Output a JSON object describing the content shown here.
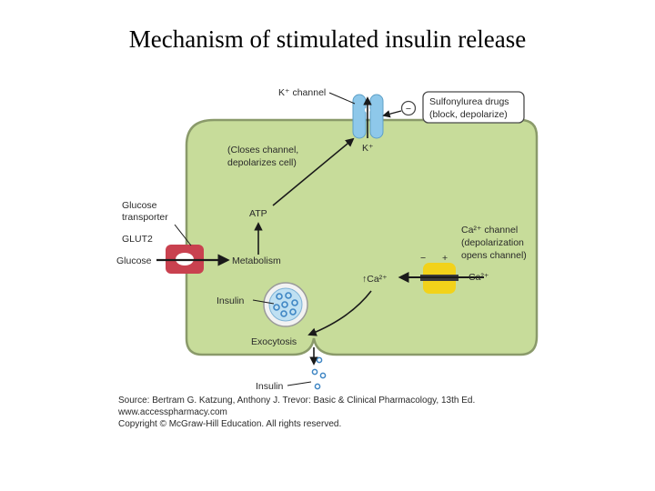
{
  "slide": {
    "title": "Mechanism of stimulated insulin release"
  },
  "colors": {
    "cell_fill": "#c7dc9a",
    "cell_stroke": "#8a9a6a",
    "k_channel": "#8ec8ea",
    "glut2": "#c9414f",
    "ca_channel": "#f2d21a",
    "vesicle": "#bfe0f2",
    "granule": "#3f86c4",
    "drug_box_stroke": "#4a4a4a"
  },
  "labels": {
    "k_channel": "K⁺ channel",
    "k_ion": "K⁺",
    "drug_line1": "Sulfonylurea drugs",
    "drug_line2": "(block, depolarize)",
    "drug_effect": "−",
    "closes_line1": "(Closes channel,",
    "closes_line2": "depolarizes cell)",
    "atp": "ATP",
    "glucose_transporter_line1": "Glucose",
    "glucose_transporter_line2": "transporter",
    "glut2": "GLUT2",
    "glucose": "Glucose",
    "metabolism": "Metabolism",
    "ca_channel_line1": "Ca²⁺ channel",
    "ca_channel_line2": "(depolarization",
    "ca_channel_line3": "opens channel)",
    "minus": "−",
    "plus": "+",
    "ca_outside": "Ca²⁺",
    "ca_inside": "↑Ca²⁺",
    "insulin_inside": "Insulin",
    "exocytosis": "Exocytosis",
    "insulin_outside": "Insulin"
  },
  "source": {
    "line1": "Source: Bertram G. Katzung, Anthony J. Trevor: Basic & Clinical Pharmacology, 13th Ed.",
    "line2": "www.accesspharmacy.com",
    "line3": "Copyright © McGraw-Hill Education. All rights reserved."
  }
}
